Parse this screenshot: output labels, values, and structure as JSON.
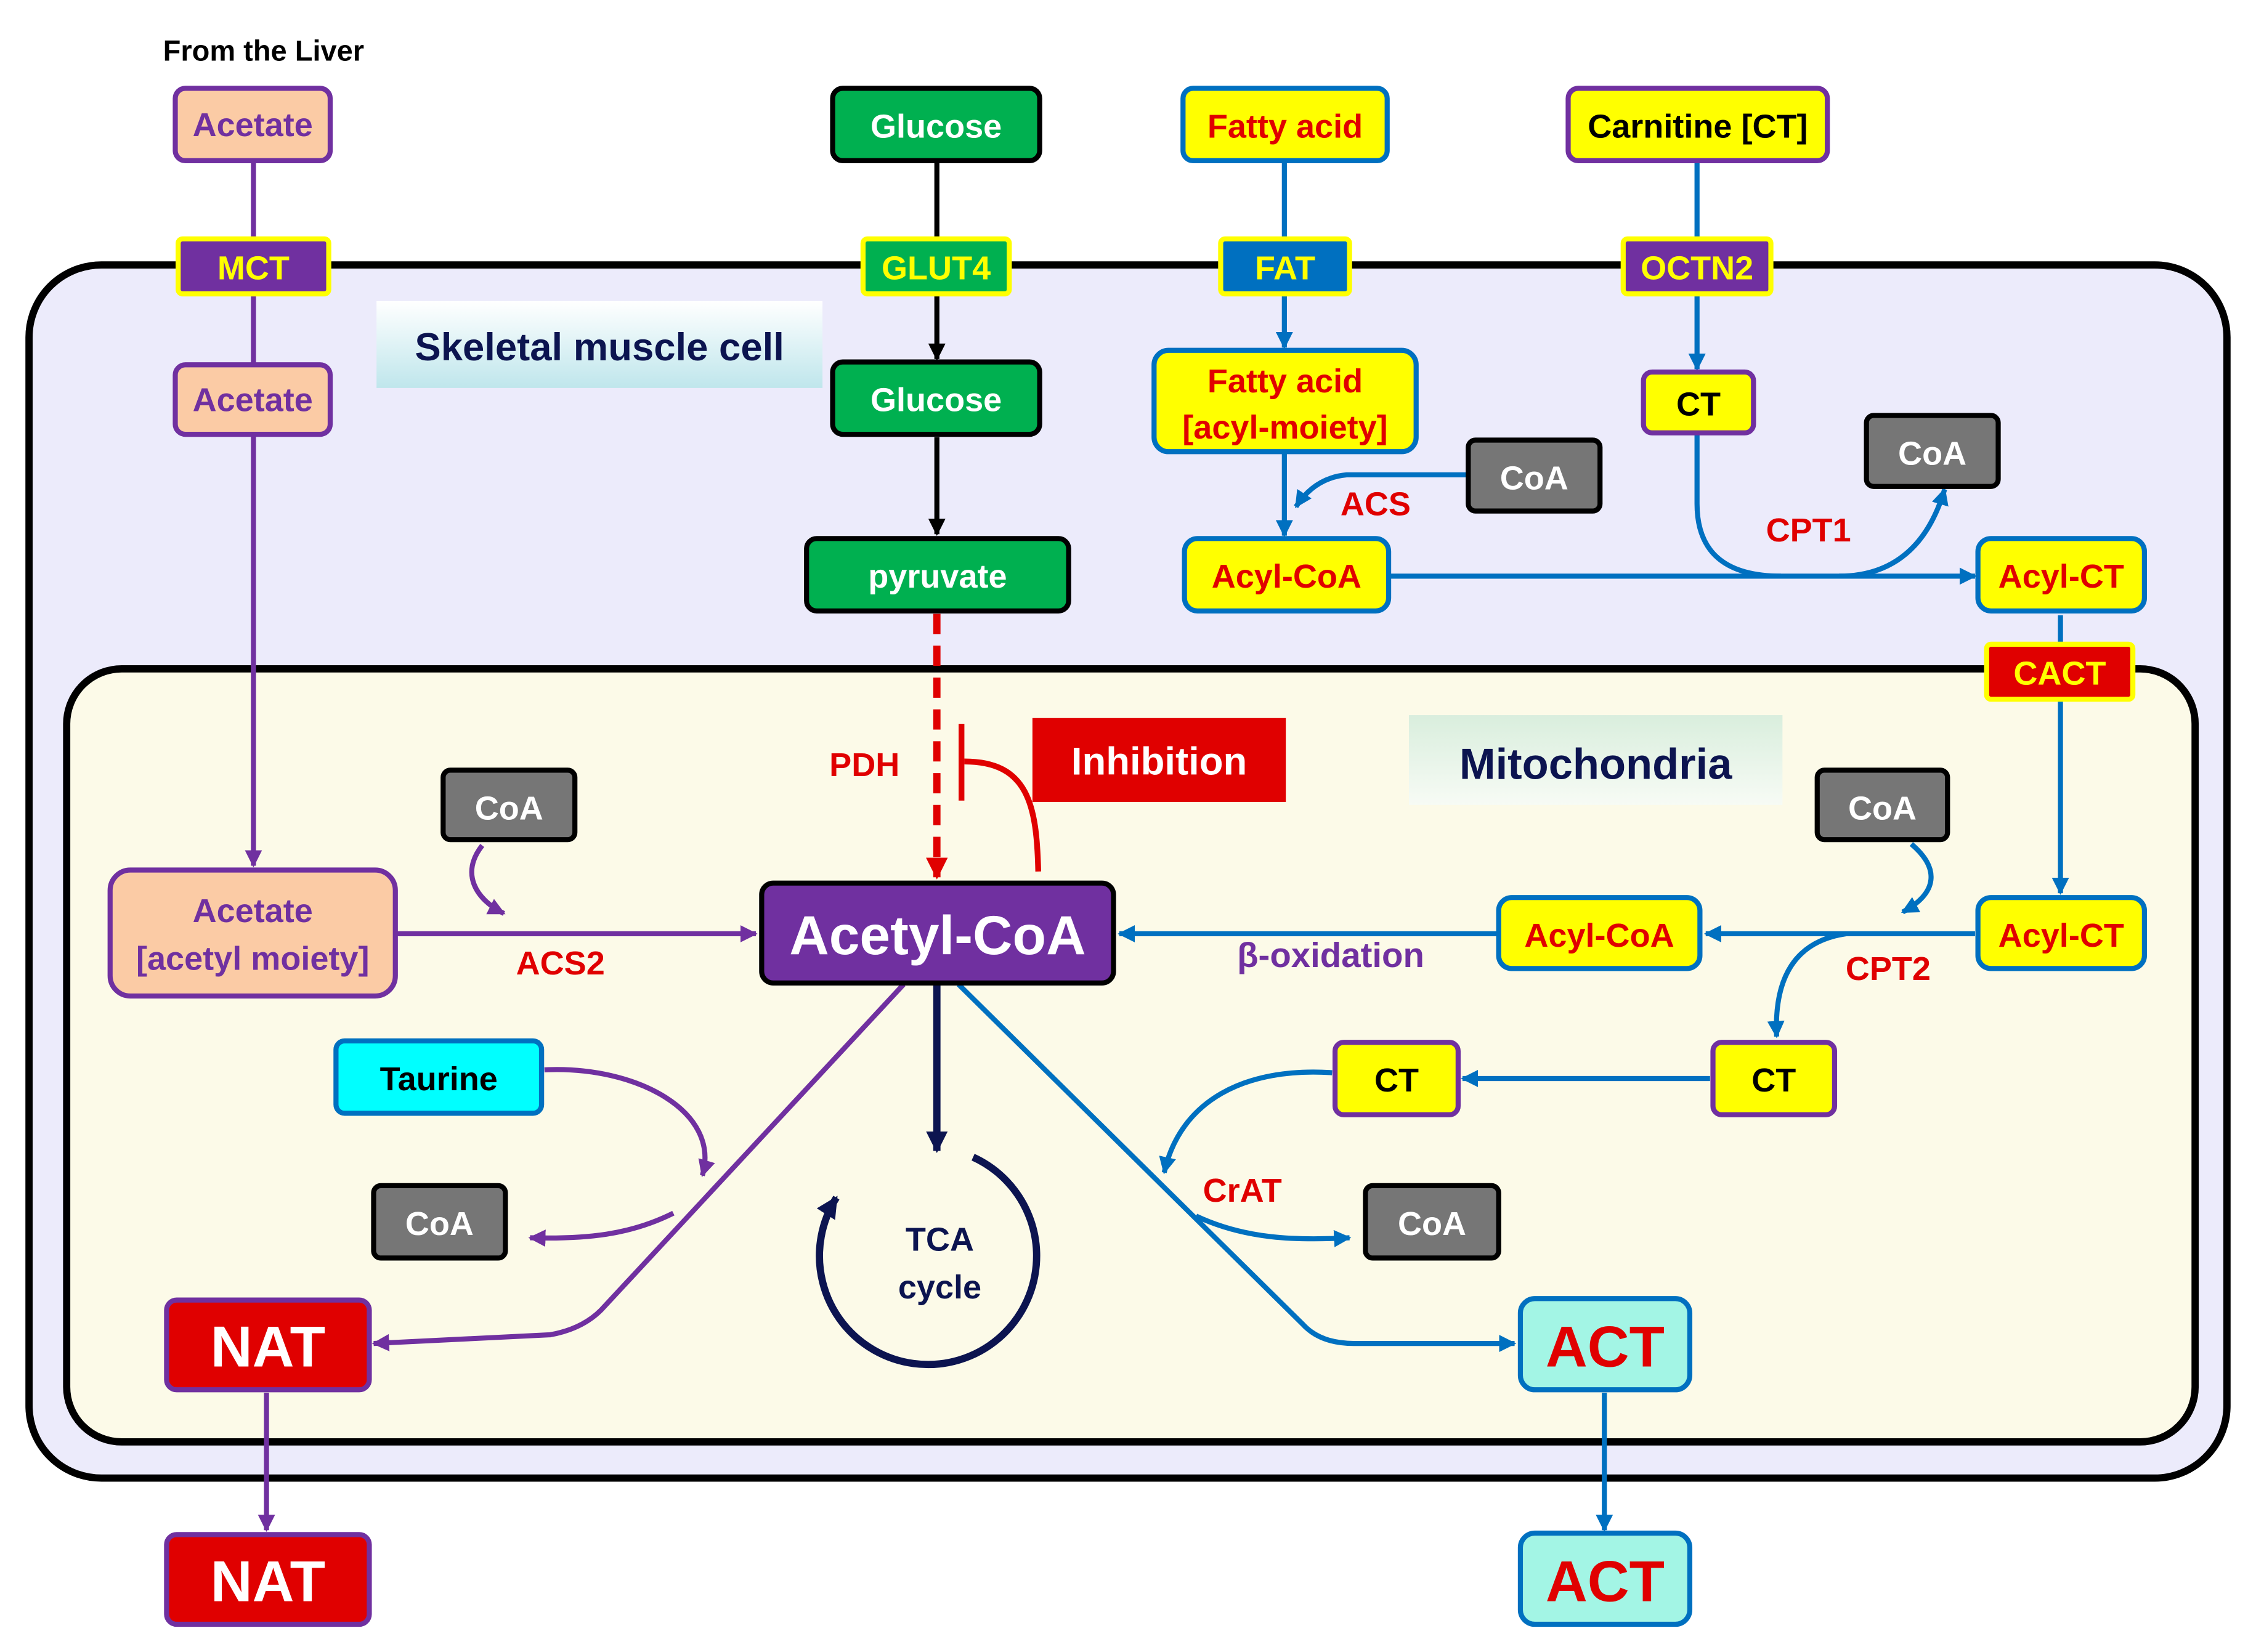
{
  "header": {
    "source": "From the Liver"
  },
  "compartments": {
    "cell": "Skeletal muscle cell",
    "mito": "Mitochondria"
  },
  "colors": {
    "purple": "#7030A0",
    "blue": "#0070C0",
    "red": "#E00000",
    "black": "#000000",
    "green": "#00B050",
    "yellow": "#FFFF00",
    "peach": "#FBCBA5",
    "gray": "#767676",
    "cyan": "#00FFFF",
    "mint": "#A3F5E5",
    "navy": "#0C1450",
    "cellBg": "#ECEBFB",
    "mitoBg": "#FCFAE8"
  },
  "nodes": {
    "acetate_ext": "Acetate",
    "mct": "MCT",
    "acetate_cyto": "Acetate",
    "acetate_mito_1": "Acetate",
    "acetate_mito_2": "[acetyl moiety]",
    "glucose_ext": "Glucose",
    "glut4": "GLUT4",
    "glucose_cyto": "Glucose",
    "pyruvate": "pyruvate",
    "fatty_acid_ext": "Fatty acid",
    "fat": "FAT",
    "fatty_acid_cyto_1": "Fatty acid",
    "fatty_acid_cyto_2": "[acyl-moiety]",
    "coa_acs": "CoA",
    "acyl_coa_cyto": "Acyl-CoA",
    "carnitine_ext": "Carnitine [CT]",
    "octn2": "OCTN2",
    "ct_cyto": "CT",
    "coa_cpt1": "CoA",
    "acyl_ct_cyto": "Acyl-CT",
    "cact": "CACT",
    "coa_cpt2": "CoA",
    "acyl_ct_mito": "Acyl-CT",
    "acyl_coa_mito": "Acyl-CoA",
    "ct_mito_right": "CT",
    "ct_mito_left": "CT",
    "coa_crat": "CoA",
    "coa_acs2": "CoA",
    "acetyl_coa": "Acetyl-CoA",
    "inhibition": "Inhibition",
    "taurine": "Taurine",
    "coa_nat": "CoA",
    "nat_mito": "NAT",
    "nat_out": "NAT",
    "act_mito": "ACT",
    "act_out": "ACT",
    "tca_1": "TCA",
    "tca_2": "cycle"
  },
  "edge_labels": {
    "acs": "ACS",
    "cpt1": "CPT1",
    "pdh": "PDH",
    "acs2": "ACS2",
    "beta_ox": "β-oxidation",
    "cpt2": "CPT2",
    "crat": "CrAT"
  }
}
